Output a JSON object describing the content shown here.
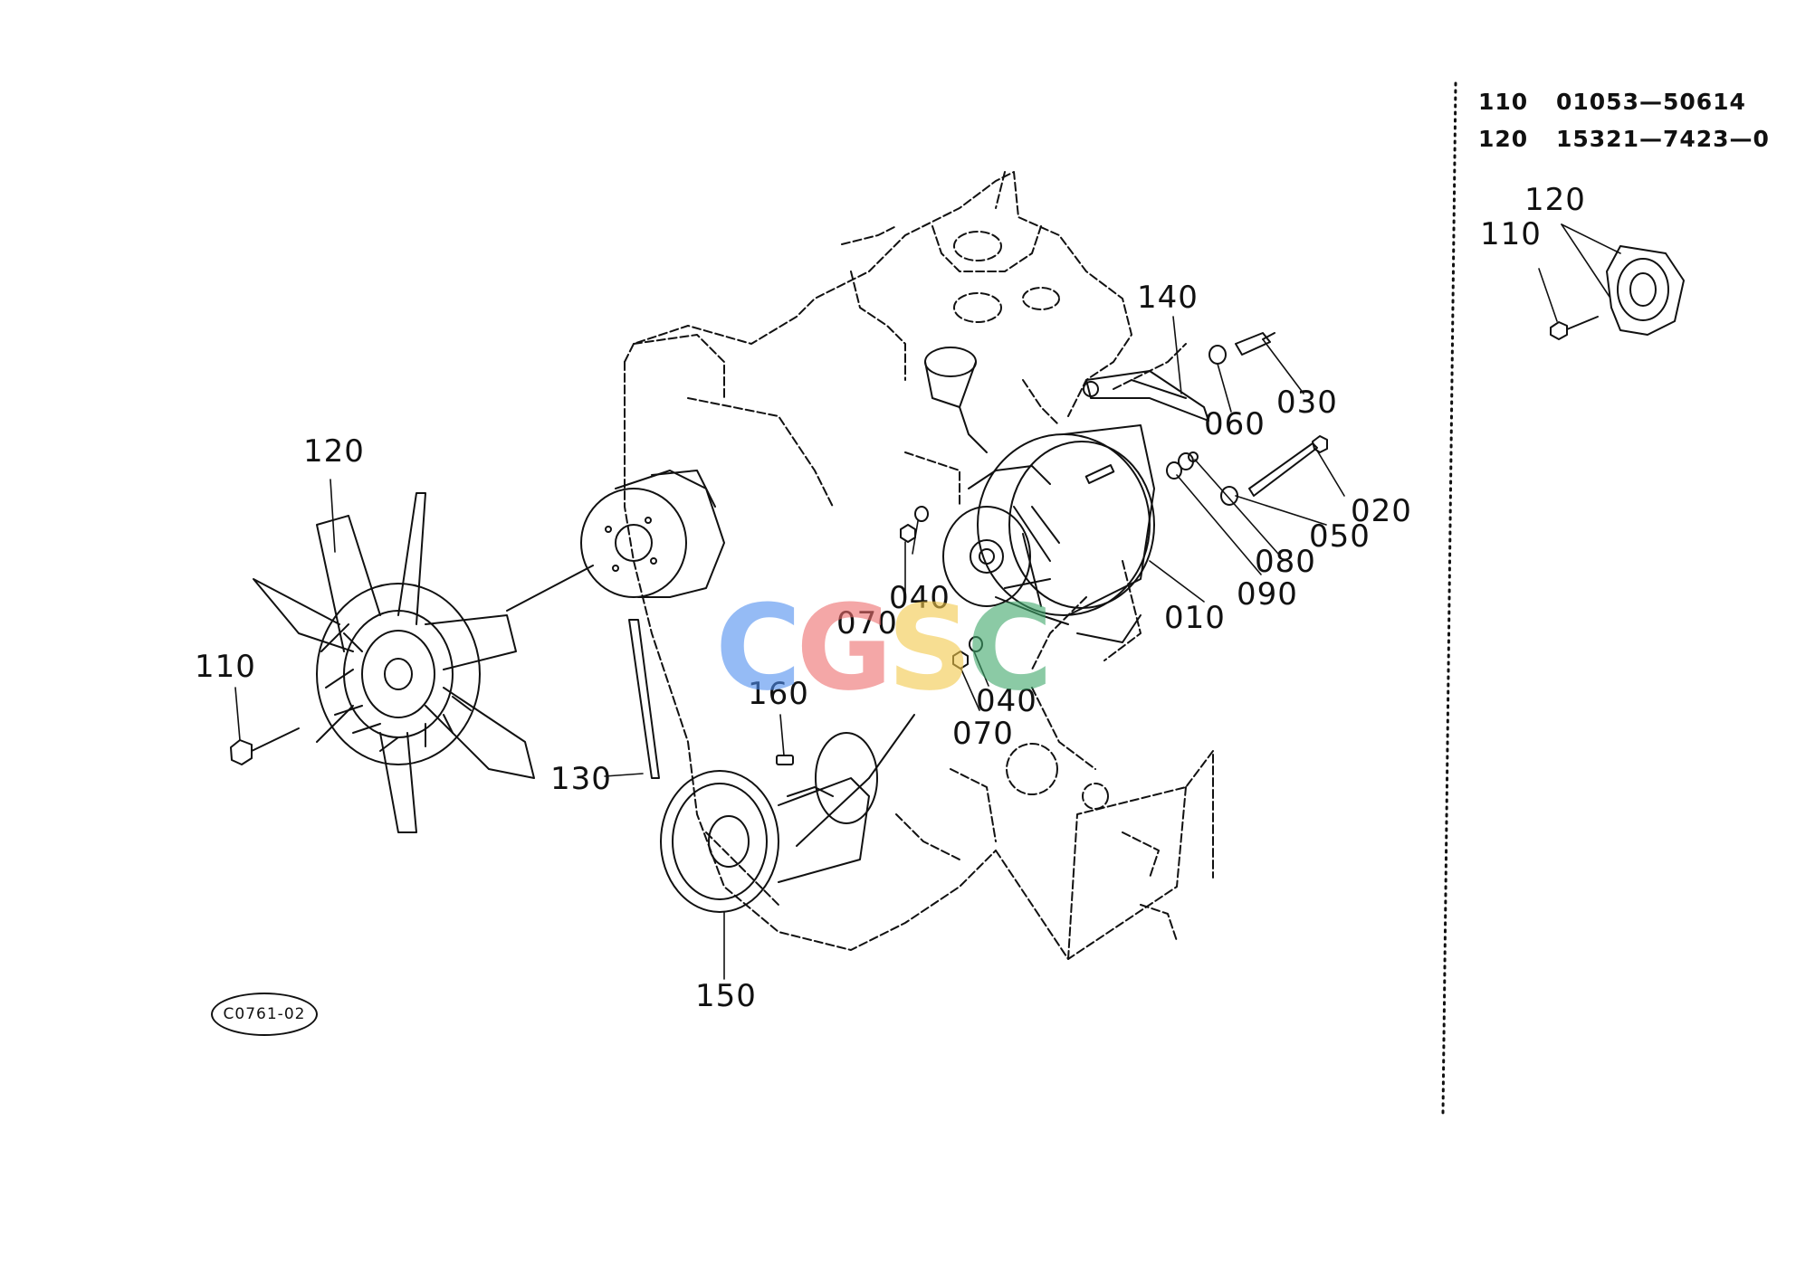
{
  "parts_table": [
    {
      "num": "110",
      "part_no": "01053-50614"
    },
    {
      "num": "120",
      "part_no": "15321-7423-0"
    }
  ],
  "callouts": {
    "c010": "010",
    "c020": "020",
    "c030": "030",
    "c040a": "040",
    "c040b": "040",
    "c050": "050",
    "c060": "060",
    "c070a": "070",
    "c070b": "070",
    "c080": "080",
    "c090": "090",
    "c110": "110",
    "c120": "120",
    "c130": "130",
    "c140": "140",
    "c150": "150",
    "c160": "160",
    "inset_110": "110",
    "inset_120": "120"
  },
  "reference_code": "C0761-02",
  "watermark": {
    "letters": [
      "C",
      "G",
      "S",
      "C"
    ],
    "colors": [
      "#4f8ef0",
      "#ee6d6d",
      "#f3c94a",
      "#3fa76b"
    ]
  }
}
